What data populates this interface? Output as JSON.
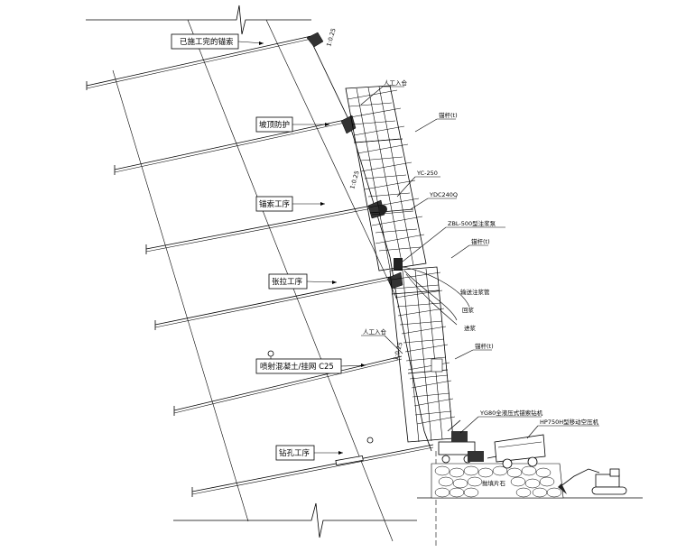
{
  "labels": {
    "completed_anchor": "已施工完的锚索",
    "top_protection": "坡顶防护",
    "anchor_work_1": "锚索工序",
    "tension_work": "张拉工序",
    "spray_concrete": "喷射混凝土/挂网 C25",
    "drill_process": "钻孔工序",
    "anchor_rod_top": "锚杆(t)",
    "manual_entry_top": "人工入仓",
    "manual_entry_mid": "人工入仓",
    "jack_yc": "YC-250",
    "jack_ydc": "YDC240Q",
    "grout_pump": "ZBL-500型注浆泵",
    "anchor_rod_mid": "锚杆(t)",
    "grout_pipe": "输送注浆管",
    "return_grout": "回浆",
    "in_grout": "进浆",
    "anchor_rod_low": "锚杆(t)",
    "drill_rig": "YG80全液压式锚索钻机",
    "compressor": "HP750H型移动空压机",
    "ballast": "抛填片石",
    "slope_top": "1:0.25",
    "slope_mid": "1:0.25",
    "slope_low": "1:0.25"
  }
}
